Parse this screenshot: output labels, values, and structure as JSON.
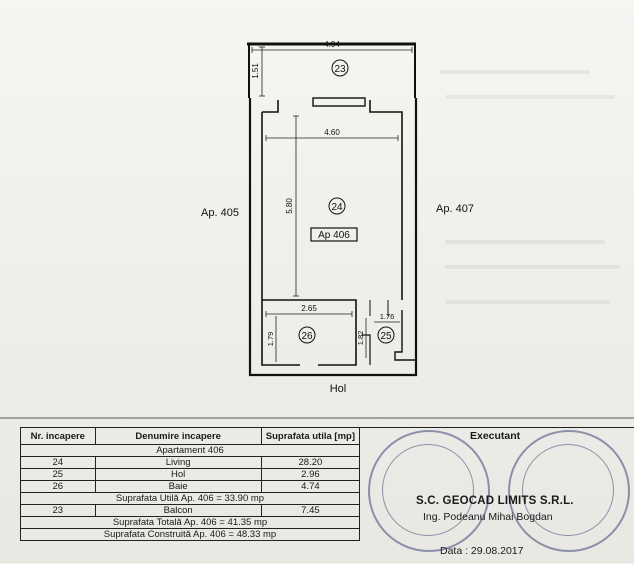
{
  "plan": {
    "neighbor_left": "Ap. 405",
    "neighbor_right": "Ap. 407",
    "corridor": "Hol",
    "unit_label": "Ap 406",
    "dimensions": {
      "balcony_width": "4.94",
      "balcony_depth": "1.51",
      "living_width": "4.60",
      "living_length": "5.80",
      "bath_width": "2.65",
      "bath_depth": "1.79",
      "hall_width": "1.76",
      "hall_depth": "1.82"
    },
    "room_numbers": {
      "balcony": "23",
      "living": "24",
      "hall": "25",
      "bath": "26"
    }
  },
  "table": {
    "headers": {
      "nr": "Nr. incapere",
      "name": "Denumire incapere",
      "area": "Suprafata utila [mp]"
    },
    "apartment_title": "Apartament 406",
    "rooms": [
      {
        "nr": "24",
        "name": "Living",
        "area": "28.20"
      },
      {
        "nr": "25",
        "name": "Hol",
        "area": "2.96"
      },
      {
        "nr": "26",
        "name": "Baie",
        "area": "4.74"
      }
    ],
    "useful_total": "Suprafata Utilă Ap. 406 = 33.90 mp",
    "balcony_row": {
      "nr": "23",
      "name": "Balcon",
      "area": "7.45"
    },
    "total_area": "Suprafata Totală Ap. 406 = 41.35 mp",
    "built_area": "Suprafata Construită Ap. 406 = 48.33 mp"
  },
  "executant": {
    "title": "Executant",
    "company": "S.C. GEOCAD LIMITS S.R.L.",
    "person": "Ing. Podeanu Mihai Bogdan",
    "date": "Data : 29.08.2017"
  },
  "colors": {
    "ink": "#1a1a1a",
    "stamp": "#3c4678",
    "paper": "#f3f1ee"
  }
}
